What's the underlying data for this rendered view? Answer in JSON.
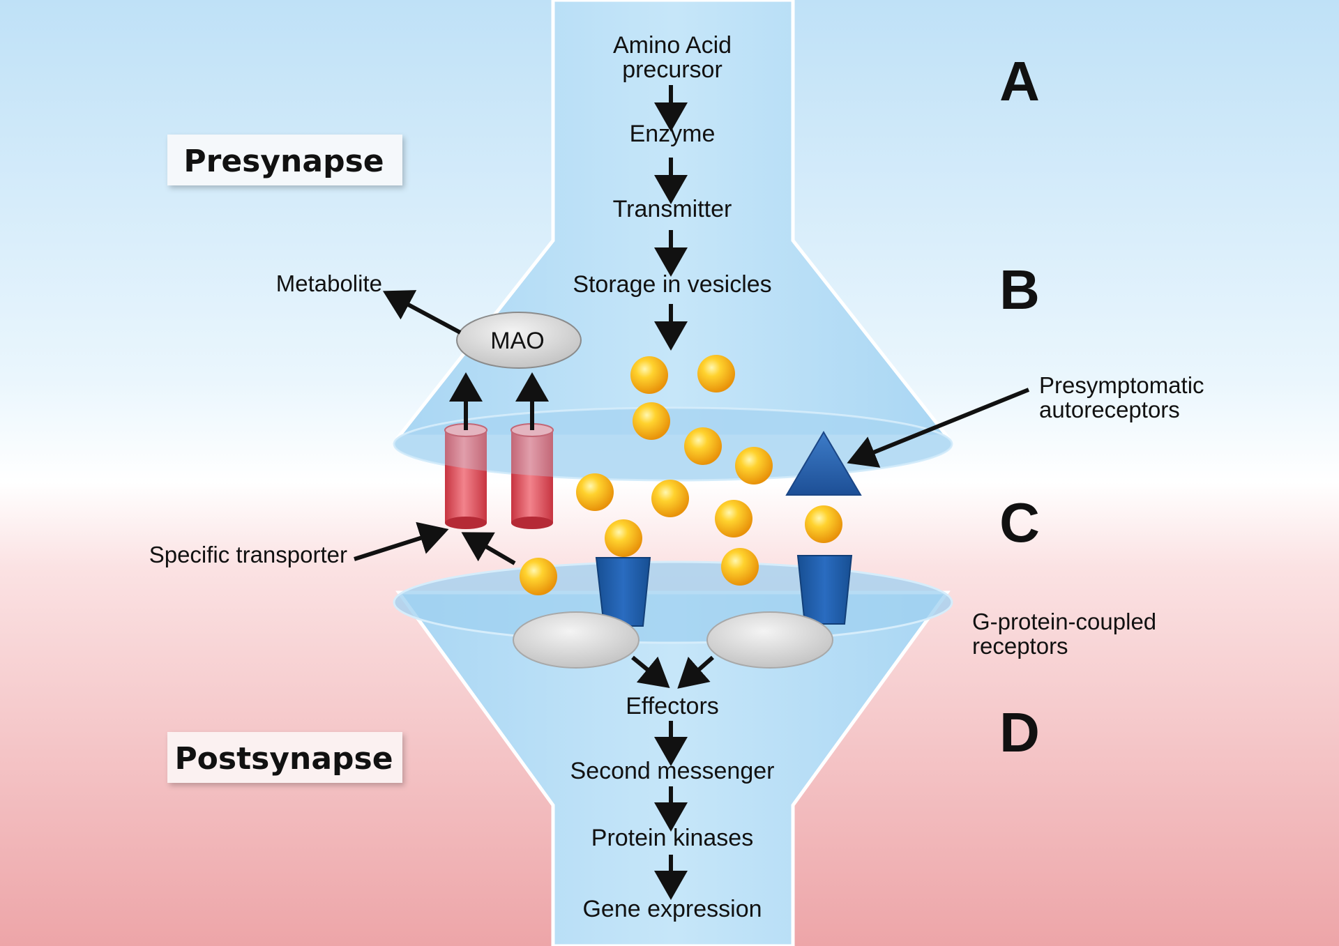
{
  "regions": {
    "presynapse": "Presynapse",
    "postsynapse": "Postsynapse"
  },
  "stage_letters": [
    "A",
    "B",
    "C",
    "D"
  ],
  "presynaptic_pathway": [
    "Amino Acid",
    "precursor",
    "Enzyme",
    "Transmitter",
    "Storage in vesicles"
  ],
  "postsynaptic_pathway": [
    "Effectors",
    "Second messenger",
    "Protein kinases",
    "Gene expression"
  ],
  "labels": {
    "metabolite": "Metabolite",
    "mao": "MAO",
    "autoreceptors_line1": "Presymptomatic",
    "autoreceptors_line2": "autoreceptors",
    "transporter": "Specific transporter",
    "gpcr_line1": "G-protein-coupled",
    "gpcr_line2": "receptors"
  },
  "colors": {
    "presynaptic_background": "#bfe1f7",
    "postsynaptic_background": "#eda5a8",
    "neuron": "#b5dcf5",
    "vesicle": "#f7b81a",
    "transporter": "#e85a66",
    "autoreceptor": "#2a66b4",
    "gpcr": "#1c5eaa",
    "effector_disc": "#dcdcdc"
  }
}
